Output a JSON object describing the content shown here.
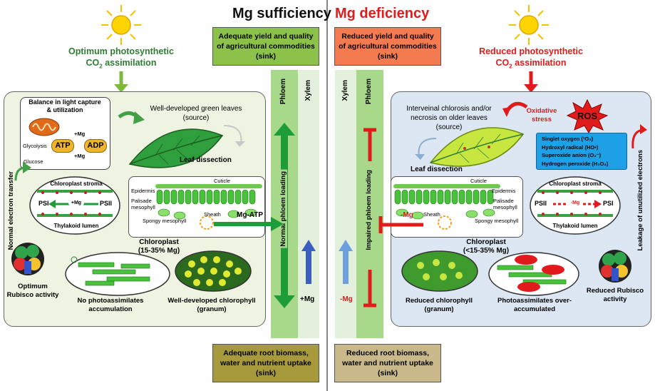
{
  "headings": {
    "sufficiency": "Mg sufficiency",
    "deficiency": "Mg deficiency"
  },
  "left": {
    "photo_line1": "Optimum photosynthetic",
    "photo_line2_pre": "CO",
    "photo_line2_sub": "2",
    "photo_line2_post": " assimilation",
    "top_box": "Adequate yield and quality of agricultural commodities (sink)",
    "bottom_box": "Adequate root biomass, water and nutrient uptake (sink)",
    "balance": "Balance in light capture & utilization",
    "atp": "ATP",
    "adp": "ADP",
    "plus_mg_a": "+Mg",
    "plus_mg_b": "+Mg",
    "glycolysis": "Glycolysis",
    "glucose": "Glucose",
    "leaves": "Well-developed green leaves (source)",
    "leaf_dissection": "Leaf dissection",
    "electron_transfer": "Normal electron transfer",
    "stroma": "Chloroplast stroma",
    "psi": "PSI",
    "psii": "PSII",
    "mg_tag": "+Mg",
    "thylakoid": "Thylakoid lumen",
    "cuticle": "Cuticle",
    "epidermis": "Epidermis",
    "palisade": "Palisade mesophyll",
    "spongy": "Spongy mesophyll",
    "sheath": "Sheath",
    "mg_atp": "Mg-ATP",
    "chloroplast": "Chloroplast",
    "chloroplast_pct": "(15-35% Mg)",
    "rubisco": "Optimum Rubisco activity",
    "no_photo": "No photoassimilates accumulation",
    "chlorophyll": "Well-developed chlorophyll (granum)",
    "phloem": "Phloem",
    "xylem": "Xylem",
    "loading": "Normal phloem loading",
    "xylem_mg": "+Mg"
  },
  "right": {
    "photo_line1": "Reduced photosynthetic",
    "photo_line2_pre": "CO",
    "photo_line2_sub": "2",
    "photo_line2_post": " assimilation",
    "top_box": "Reduced yield and quality of agricultural commodities (sink)",
    "bottom_box": "Reduced root biomass, water and nutrient uptake (sink)",
    "chlorosis": "Interveinal chlorosis and/or necrosis on older leaves (source)",
    "oxidative": "Oxidative stress",
    "ros": "ROS",
    "ros_items": [
      "Singlet oxygen (¹O₂)",
      "Hydroxyl radical (HO•)",
      "Superoxide anion (O₂⁻)",
      "Hydrogen peroxide (H₂O₂)"
    ],
    "leaf_dissection": "Leaf dissection",
    "leakage": "Leakage of unutilized electrons",
    "cuticle": "Cuticle",
    "epidermis": "Epidermis",
    "palisade": "Palisade mesophyll",
    "spongy": "Spongy mesophyll",
    "sheath": "Sheath",
    "minus_mg": "-Mg",
    "stroma": "Chloroplast stroma",
    "psii": "PSII",
    "psi": "PSI",
    "mg_tag": "-Mg",
    "thylakoid": "Thylakoid lumen",
    "chloroplast": "Chloroplast",
    "chloroplast_pct": "(<15-35% Mg)",
    "chlorophyll": "Reduced chlorophyll (granum)",
    "photo_over": "Photoassimilates over-accumulated",
    "rubisco": "Reduced Rubisco activity",
    "phloem": "Phloem",
    "xylem": "Xylem",
    "loading": "Impaired phloem loading",
    "xylem_mg": "-Mg"
  },
  "colors": {
    "green_text": "#2e7d32",
    "red_text": "#e11b1b",
    "left_panel": "#eef3e2",
    "right_panel": "#dce7f3",
    "green_box": "#8cc24a",
    "orange_box": "#f47b50",
    "olive_box": "#a79a3c",
    "tan_box": "#c9b98a",
    "phloem_strip": "#a8d98a",
    "xylem_strip": "#e3f0dc"
  }
}
